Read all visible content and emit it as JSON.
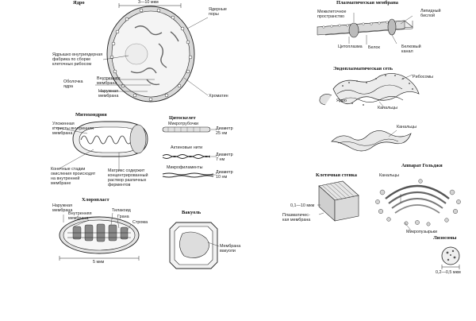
{
  "titles": {
    "nucleus": "Ядро",
    "mitochondrion": "Митохондрия",
    "cytoskeleton": "Цитоскелет",
    "chloroplast": "Хлоропласт",
    "vacuole": "Вакуоль",
    "plasma_membrane": "Плазматическая мембрана",
    "er": "Эндоплазматическая сеть",
    "golgi": "Аппарат Гольджи",
    "cell_wall": "Клеточная стенка",
    "lysosomes": "Лизосомы"
  },
  "nucleus": {
    "size": "3—10 мкм",
    "pores": "Ядерные\nпоры",
    "nucleolus": "Ядрышко внутриядерная\nфабрика по сборке\nклеточных рибосом",
    "chromatin": "Хроматин",
    "envelope": "Оболочка\nядра",
    "inner": "Внутренняя\nмембрана",
    "outer": "Наружная\nмембрана"
  },
  "mitochondrion": {
    "cristae": "Уложенная\nв кристы внутренняя\nмембрана",
    "final": "Конечные стадии\nокисления происходят\nна внутренней\nмембране",
    "matrix": "Матрикс содержит\nконцентрированный\nраствор различных\nферментов"
  },
  "cytoskeleton": {
    "microtubules": "Микротрубочки",
    "d1": "Диаметр\n25 нм",
    "actin": "Актиновые нити",
    "d2": "Диаметр\n7 нм",
    "microfilaments": "Микрофиламенты",
    "d3": "Диаметр\n10 нм"
  },
  "chloroplast": {
    "outer": "Наружная\nмембрана",
    "inner": "Внутренняя\nмембрана",
    "thylakoid": "Тилакоид",
    "grana": "Грана",
    "stroma": "Строма",
    "size": "5 мкм"
  },
  "vacuole": {
    "membrane": "Мембрана\nвакуоли"
  },
  "plasma_membrane": {
    "intercellular": "Межклеточное\nпространство",
    "bilayer": "Липидный\nбислой",
    "cytoplasm": "Цитоплазма",
    "protein": "Белок",
    "channel": "Белковый\nканал"
  },
  "er": {
    "ribosomes": "Рибосомы",
    "nucleus": "Ядро",
    "channels1": "Канальцы",
    "channels2": "Канальцы"
  },
  "cell_wall": {
    "thickness": "0,1—10 мкм",
    "membrane": "Плазматичес-\nкая мембрана"
  },
  "golgi": {
    "channels": "Канальцы",
    "vesicles": "Микропузырьки"
  },
  "lysosomes": {
    "size": "0,2—0,5 мкм"
  },
  "colors": {
    "ink": "#222222",
    "fill": "#e6e6e6",
    "shade": "#bfbfbf"
  }
}
